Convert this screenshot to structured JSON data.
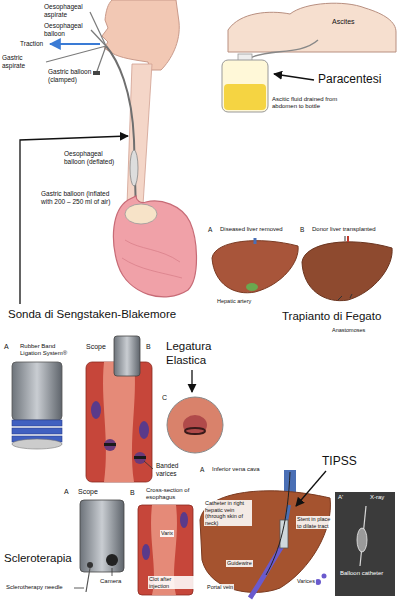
{
  "diagram": {
    "labels": [
      "Oesophageal aspirate",
      "Oesophageal balloon",
      "Traction",
      "Gastric aspirate",
      "Gastric balloon (clamped)",
      "Oesophageal balloon (deflated)",
      "Gastric balloon (inflated with 200 – 250 ml of air)",
      "Sonda di Sengstaken-Blakemore",
      "Ascites",
      "Ascitic fluid drained from abdomen to bottle",
      "Paracentesi",
      "A",
      "Diseased liver removed",
      "B",
      "Donor liver transplanted",
      "Hepatic artery",
      "Trapianto di Fegato",
      "Anastomoses",
      "A",
      "Rubber Band Ligation System®",
      "Scope",
      "B",
      "C",
      "Banded varices",
      "Legatura Elastica",
      "A",
      "Scope",
      "B",
      "Cross-section of esophagus",
      "Varix",
      "Camera",
      "Clot after injection",
      "Sclerotherapy needle",
      "Scleroterapia",
      "TIPSS",
      "A",
      "Inferior vena cava",
      "Catheter in right hepatic vein (through skin of neck)",
      "Stent in place to dilate tract",
      "Guidewire",
      "Portal vein",
      "Varices",
      "A'",
      "X-ray",
      "Balloon catheter"
    ]
  }
}
